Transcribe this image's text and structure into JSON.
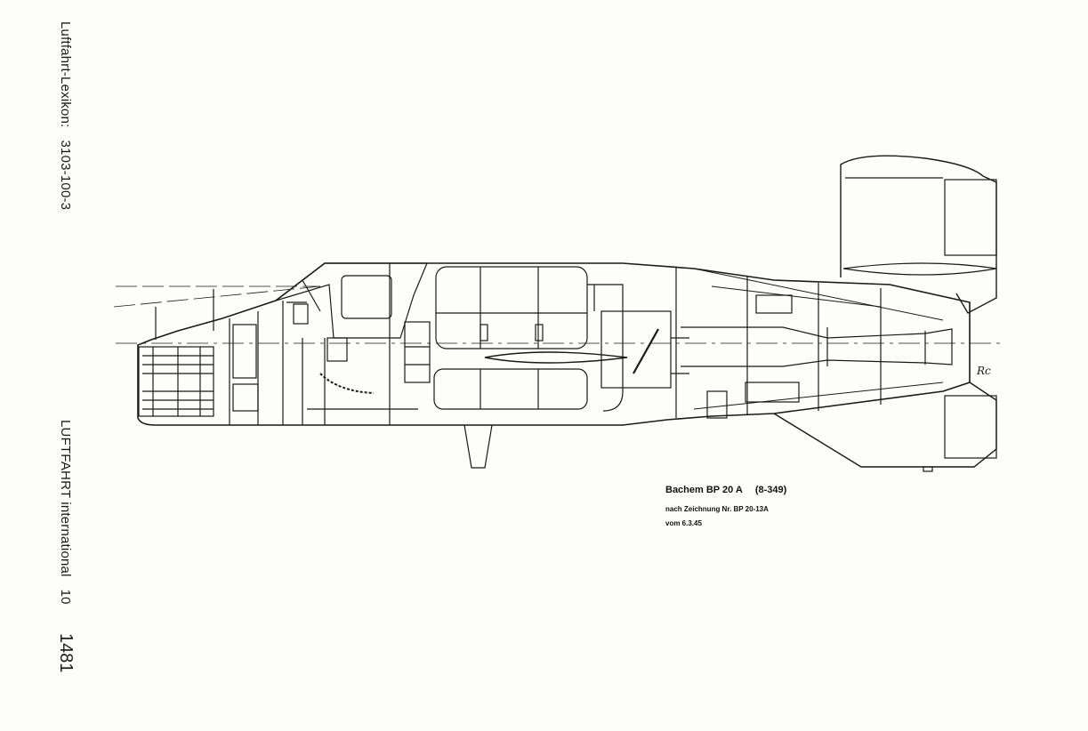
{
  "margin": {
    "lexikon_label": "Luftfahrt-Lexikon:",
    "lexikon_code": "3103-100-3",
    "journal_label": "LUFTFAHRT international",
    "issue": "10",
    "page_number": "1481"
  },
  "caption": {
    "aircraft": "Bachem BP 20 A",
    "designation": "(8-349)",
    "drawing_ref": "nach Zeichnung Nr. BP 20-13A",
    "date": "vom 6.3.45"
  },
  "signature": "Rc",
  "colors": {
    "ink": "#1a1a1a",
    "paper": "#fdfdfc"
  }
}
